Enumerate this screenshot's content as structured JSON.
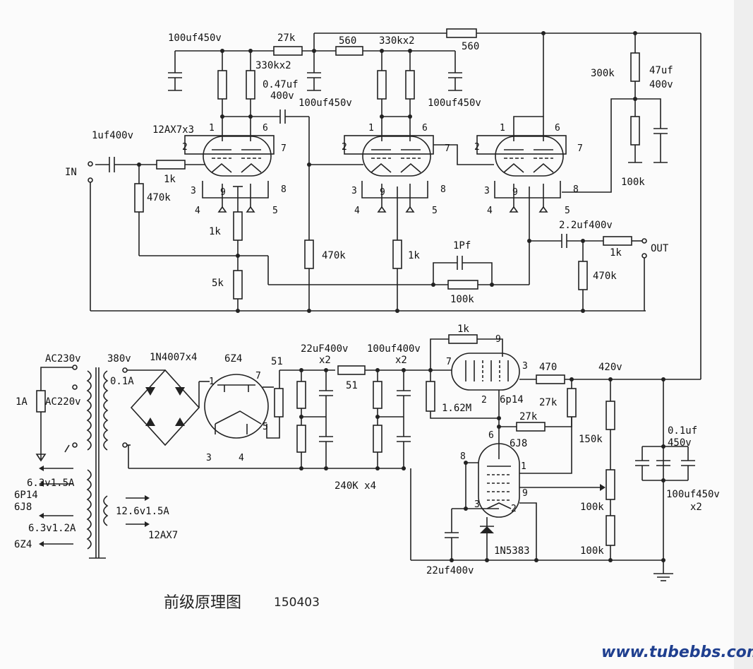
{
  "title": "前级原理图",
  "code": "150403",
  "watermark": "www.tubebbs.com",
  "labels": {
    "cap_100uf450v_a": "100uf450v",
    "res_27k_top": "27k",
    "res_330kx2_a": "330kx2",
    "cap_047uf": "0.47uf",
    "cap_047uf_v": "400v",
    "res_560_a": "560",
    "res_330kx2_b": "330kx2",
    "res_560_b": "560",
    "cap_100uf450v_b": "100uf450v",
    "cap_100uf450v_c": "100uf450v",
    "res_300k": "300k",
    "cap_47uf": "47uf",
    "cap_47uf_v": "400v",
    "res_100k_right": "100k",
    "tube_12ax7": "12AX7x3",
    "cap_1uf": "1uf400v",
    "in": "IN",
    "res_1k_in": "1k",
    "res_470k_in": "470k",
    "res_1k_k1": "1k",
    "res_5k": "5k",
    "res_470k_mid": "470k",
    "res_1k_k2": "1k",
    "cap_1pf": "1Pf",
    "res_100k_fb": "100k",
    "cap_22uf_out": "2.2uf400v",
    "res_1k_out": "1k",
    "out": "OUT",
    "res_470k_out": "470k",
    "ac230": "AC230v",
    "ac220": "AC220v",
    "fuse": "1A",
    "v380": "380v",
    "a01": "0.1A",
    "bridge": "1N4007x4",
    "tube_6z4": "6Z4",
    "res_51_a": "51",
    "cap_22uf400v": "22uF400v",
    "x2_a": "x2",
    "res_51_b": "51",
    "cap_100uf400v": "100uf400v",
    "x2_b": "x2",
    "res_1k_reg": "1k",
    "res_162m": "1.62M",
    "tube_6p14": "6p14",
    "res_470_reg": "470",
    "res_27k_reg_a": "27k",
    "res_27k_reg_b": "27k",
    "v420": "420v",
    "res_150k": "150k",
    "res_100k_pot": "100k",
    "res_100k_bot": "100k",
    "tube_6j8": "6J8",
    "zener": "1N5383",
    "cap_22uf_bot": "22uf400v",
    "res_240k": "240K x4",
    "cap_01uf": "0.1uf",
    "cap_01uf_v": "450v",
    "cap_100uf450v_x2": "100uf450v",
    "x2_c": "x2",
    "heater1": "6.3v1.5A",
    "heater1_tubes_a": "6P14",
    "heater1_tubes_b": "6J8",
    "heater2": "12.6v1.5A",
    "heater2_tube": "12AX7",
    "heater3": "6.3v1.2A",
    "heater3_tube": "6Z4",
    "pins": [
      "1",
      "2",
      "3",
      "4",
      "5",
      "6",
      "7",
      "8",
      "9"
    ]
  }
}
